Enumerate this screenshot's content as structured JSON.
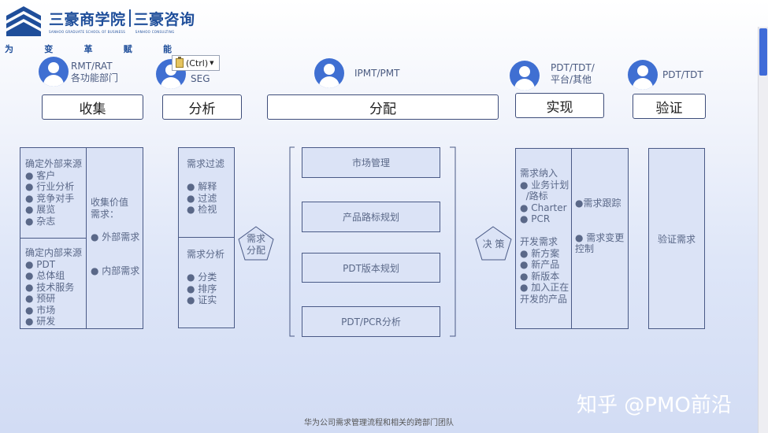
{
  "header": {
    "brand_cn": "三豪商学院",
    "brand_cn2": "三豪咨询",
    "brand_en": "SANHOO GRADUATE SCHOOL OF BUSINESS",
    "brand_en2": "SANHOO CONSULTING",
    "slogan": [
      "为",
      "变",
      "革",
      "赋",
      "能"
    ]
  },
  "paste_tooltip": "(Ctrl)",
  "roles": [
    "RMT/RAT\n各功能部门",
    "RAT/\nSEG",
    "IPMT/PMT",
    "PDT/TDT/\n平台/其他",
    "PDT/TDT"
  ],
  "stages": [
    "收集",
    "分析",
    "分配",
    "实现",
    "验证"
  ],
  "collect": {
    "external": "确定外部来源\n● 客户\n● 行业分析\n● 竞争对手\n● 展览\n● 杂志",
    "internal": "确定内部来源\n● PDT\n● 总体组\n● 技术服务\n● 预研\n● 市场\n● 研发",
    "value": "收集价值\n需求：\n\n● 外部需求\n\n\n● 内部需求"
  },
  "analyze": {
    "filter": "需求过滤\n\n● 解释\n● 过滤\n● 检视",
    "analysis": "需求分析\n\n● 分类\n● 排序\n● 证实"
  },
  "pentagons": [
    "需求\n分配",
    "决 策"
  ],
  "distribute": [
    "市场管理",
    "产品路标规划",
    "PDT版本规划",
    "PDT/PCR分析"
  ],
  "implement": {
    "left": "需求纳入\n● 业务计划\n  /路标\n● Charter\n● PCR\n\n开发需求\n● 新方案\n● 新产品\n● 新版本\n● 加入正在\n开发的产品",
    "right": "●需求跟踪\n\n\n● 需求变更\n控制"
  },
  "verify": "验证需求",
  "watermark": "知乎 @PMO前沿",
  "caption": "华为公司需求管理流程和相关的跨部门团队",
  "colors": {
    "brand": "#1f4e9a",
    "avatar": "#3f6fd2",
    "box_fill": "#dbe3f6",
    "box_border": "#4a5a86"
  }
}
